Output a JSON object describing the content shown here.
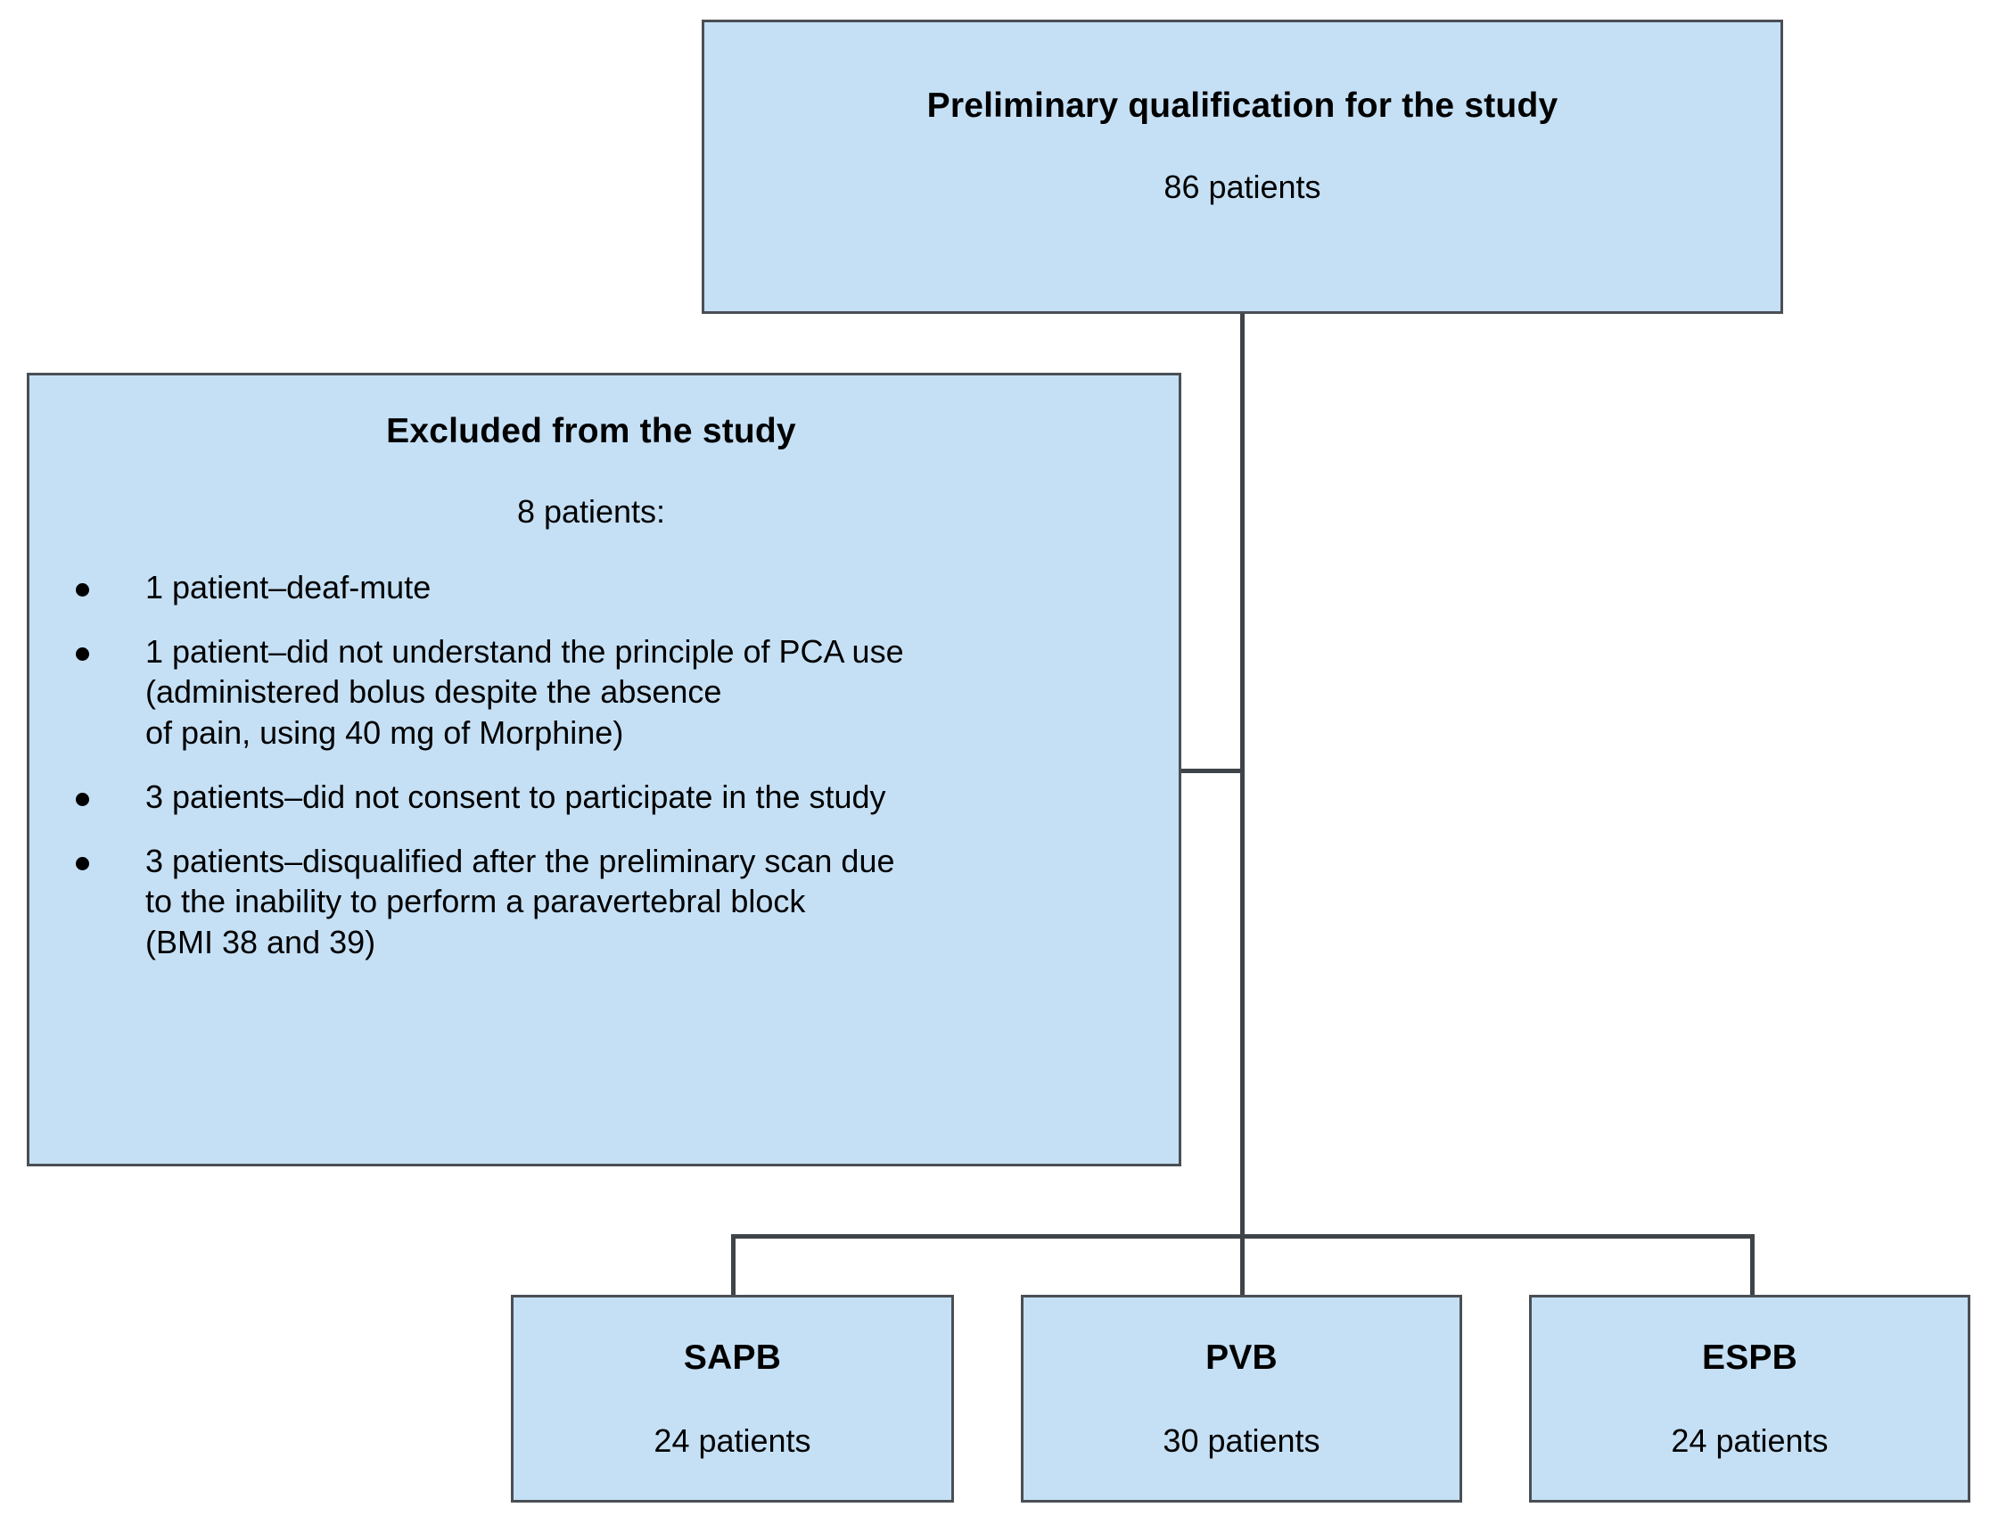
{
  "diagram": {
    "type": "flowchart",
    "accent_fill": "#c5e0f5",
    "border_color": "#4a4f54",
    "text_color": "#000000",
    "top_box": {
      "title": "Preliminary qualification for the study",
      "subtitle": "86 patients"
    },
    "excluded_box": {
      "title": "Excluded from the study",
      "subtitle": "8 patients:",
      "items": [
        "1 patient–deaf-mute",
        "1 patient–did not understand the principle of PCA use\n(administered bolus despite the absence\nof pain, using 40 mg of Morphine)",
        "3 patients–did not consent to participate in the study",
        "3 patients–disqualified after the preliminary scan due\nto the inability to perform a paravertebral block\n(BMI 38 and 39)"
      ]
    },
    "groups": [
      {
        "title": "SAPB",
        "subtitle": "24 patients"
      },
      {
        "title": "PVB",
        "subtitle": "30 patients"
      },
      {
        "title": "ESPB",
        "subtitle": "24 patients"
      }
    ]
  }
}
